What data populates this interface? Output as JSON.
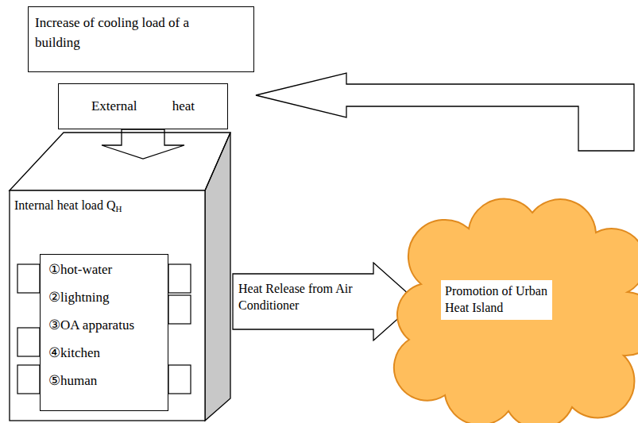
{
  "diagram": {
    "nodes": [
      {
        "text": [
          "Increase of cooling load of a building"
        ]
      },
      {
        "text": [
          "External heat"
        ]
      },
      {
        "text": [
          "Internal heat load Q",
          "H"
        ]
      },
      {
        "text": [
          "①hot-water",
          "②lightning",
          "③OA apparatus",
          "④kitchen",
          "⑤human"
        ],
        "in": 2
      },
      {
        "text": [
          "Heat Release from Air Conditioner"
        ]
      },
      {
        "text": [
          "Promotion of Urban Heat Island"
        ]
      }
    ],
    "edges": [
      {
        "from": 1,
        "to": 2,
        "arrow": "to"
      }
    ]
  }
}
